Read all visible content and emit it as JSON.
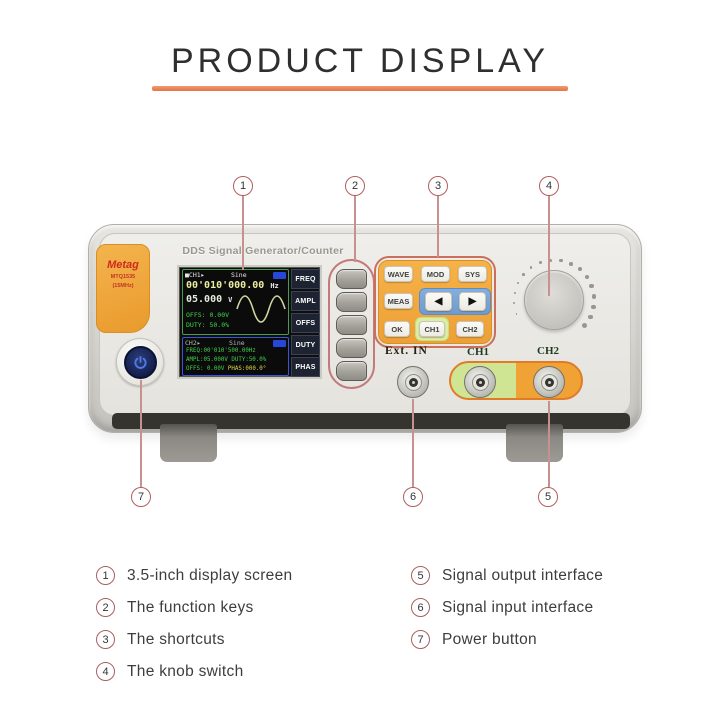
{
  "page": {
    "title": "PRODUCT DISPLAY"
  },
  "device": {
    "name": "DDS Signal Generator/Counter",
    "brand": {
      "logo": "Metag",
      "model": "MTQ1535",
      "freq": "(15MHz)"
    },
    "screen": {
      "ch1": {
        "header": "■CH1▸",
        "wave": "Sine",
        "freq_value": "00'010'000.00",
        "freq_unit": "Hz",
        "ampl_value": "05.000",
        "ampl_unit": "V",
        "offs": "OFFS: 0.00V",
        "duty": "DUTY: 50.0%"
      },
      "ch2": {
        "header": "CH2▸",
        "wave": "Sine",
        "line1": "FREQ:00'010'500.00Hz",
        "line2": "AMPL:05.000V DUTY:50.0%",
        "line3a": "OFFS: 0.00V ",
        "line3b": "PHAS:000.0°"
      },
      "menu": [
        "FREQ",
        "AMPL",
        "OFFS",
        "DUTY",
        "PHAS"
      ]
    },
    "keypad": {
      "row1": [
        "WAVE",
        "MOD",
        "SYS"
      ],
      "meas": "MEAS",
      "arrows": [
        "◀",
        "▶"
      ],
      "row3": [
        "OK",
        "CH1",
        "CH2"
      ]
    },
    "connectors": {
      "ext_in": "Ext. IN",
      "ch1": "CH1",
      "ch2": "CH2"
    }
  },
  "callouts": {
    "top": [
      "1",
      "2",
      "3",
      "4"
    ],
    "bottom": [
      "7",
      "6",
      "5"
    ]
  },
  "legend": {
    "left": [
      {
        "num": "1",
        "text": "3.5-inch display screen"
      },
      {
        "num": "2",
        "text": "The function keys"
      },
      {
        "num": "3",
        "text": "The shortcuts"
      },
      {
        "num": "4",
        "text": "The knob switch"
      }
    ],
    "right": [
      {
        "num": "5",
        "text": "Signal output interface"
      },
      {
        "num": "6",
        "text": "Signal input interface"
      },
      {
        "num": "7",
        "text": "Power button"
      }
    ]
  },
  "colors": {
    "accent_orange": "#e8804f",
    "callout_red": "#b45f5f",
    "badge_orange": "#eda63e",
    "keypad_orange": "#f2a93e",
    "screen_green": "#3ed44a",
    "ch1_border_green": "#4a9a50",
    "ch2_border_blue": "#3b55d8",
    "power_navy": "#17255c",
    "power_glyph_blue": "#4f79e8"
  }
}
